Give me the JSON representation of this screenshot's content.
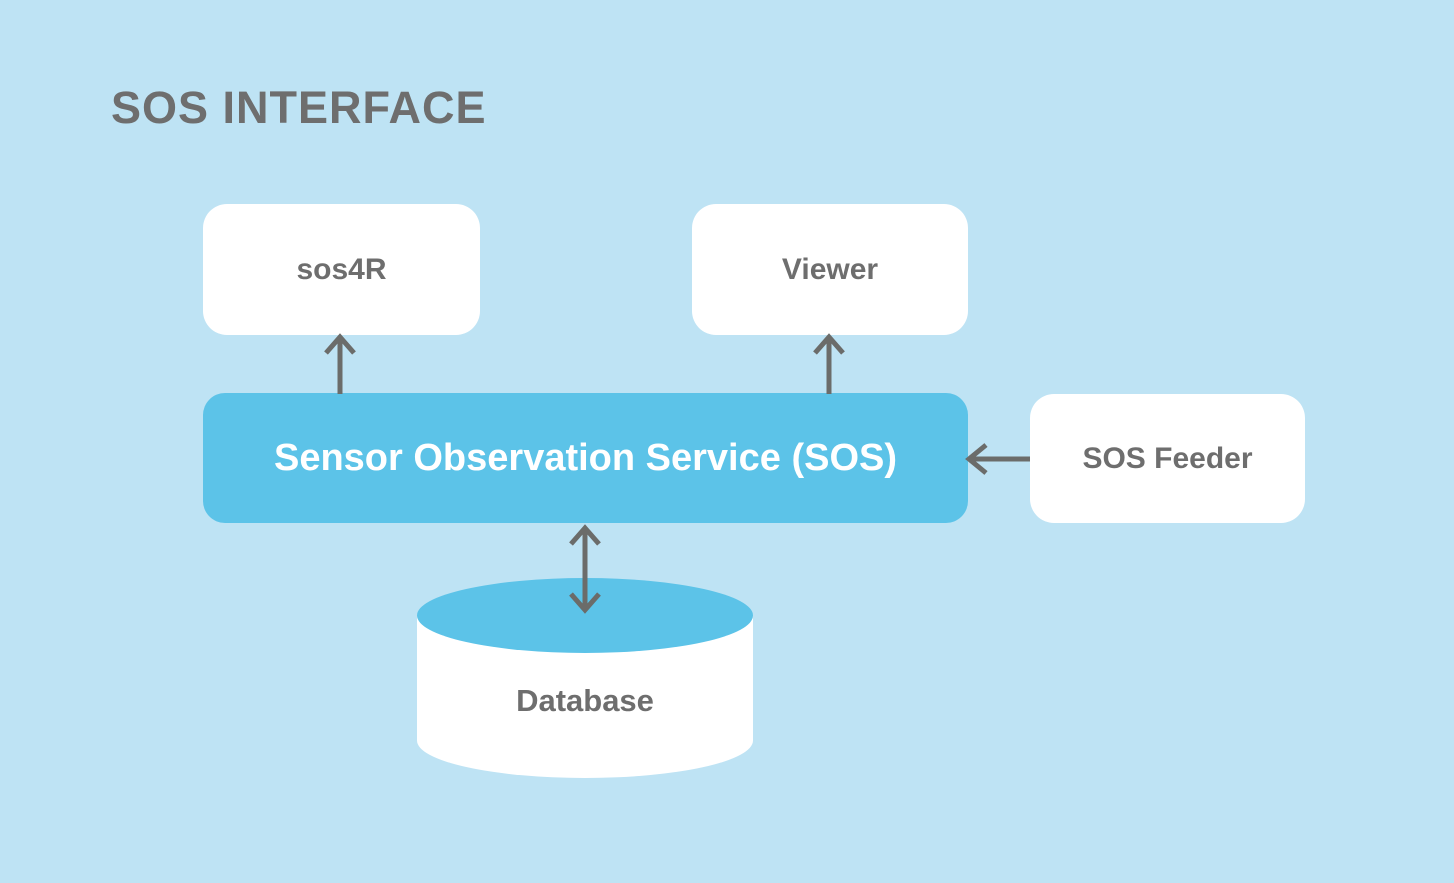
{
  "title": "SOS INTERFACE",
  "colors": {
    "background": "#bee3f4",
    "accent_blue": "#5cc3e8",
    "node_white": "#ffffff",
    "text_gray": "#6e6e6e",
    "sos_text_white": "#ffffff",
    "arrow_gray": "#6b6c6a"
  },
  "nodes": {
    "sos4r": {
      "label": "sos4R"
    },
    "viewer": {
      "label": "Viewer"
    },
    "sos": {
      "label": "Sensor Observation Service (SOS)"
    },
    "feeder": {
      "label": "SOS Feeder"
    },
    "database": {
      "label": "Database"
    }
  },
  "connections": [
    {
      "from": "sos",
      "to": "sos4r",
      "direction": "up"
    },
    {
      "from": "sos",
      "to": "viewer",
      "direction": "up"
    },
    {
      "from": "feeder",
      "to": "sos",
      "direction": "left"
    },
    {
      "from": "sos",
      "to": "database",
      "direction": "bidirectional"
    }
  ]
}
